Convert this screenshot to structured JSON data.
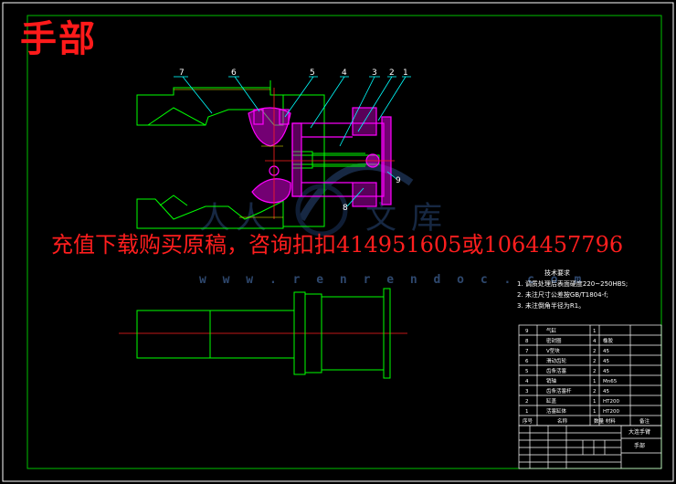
{
  "title": "手部",
  "promo_text": "充值下载购买原稿，咨询扣扣414951605或1064457796",
  "watermark": {
    "logo_chars": [
      "人",
      "人",
      "文",
      "库"
    ],
    "url": "w w w . r e n r e n d o c . c o m"
  },
  "callouts": [
    "7",
    "6",
    "5",
    "4",
    "3",
    "2",
    "1",
    "8",
    "9"
  ],
  "tech_requirements": {
    "heading": "技术要求",
    "items": [
      "1. 调质处理后表面硬度220~250HBS;",
      "2. 未注尺寸公差按GB/T1804-f;",
      "3. 未注倒角半径为R1。"
    ]
  },
  "bom": {
    "rows": [
      {
        "no": "9",
        "name": "气缸",
        "qty": "1",
        "material": ""
      },
      {
        "no": "8",
        "name": "密封圈",
        "qty": "4",
        "material": "橡胶"
      },
      {
        "no": "7",
        "name": "V型块",
        "qty": "2",
        "material": "45"
      },
      {
        "no": "6",
        "name": "滑动齿轮",
        "qty": "2",
        "material": "45"
      },
      {
        "no": "5",
        "name": "齿条活塞",
        "qty": "2",
        "material": "45"
      },
      {
        "no": "4",
        "name": "销轴",
        "qty": "1",
        "material": "Mn65"
      },
      {
        "no": "3",
        "name": "齿条活塞杆",
        "qty": "2",
        "material": "45"
      },
      {
        "no": "2",
        "name": "缸盖",
        "qty": "1",
        "material": "HT200"
      },
      {
        "no": "1",
        "name": "活塞缸体",
        "qty": "1",
        "material": "HT200"
      }
    ],
    "header": {
      "no": "序号",
      "name": "名称",
      "qty_material": "数量 材料",
      "remark": "备注"
    }
  },
  "title_block": {
    "project": "大连手臂",
    "drawing_name": "手部"
  }
}
